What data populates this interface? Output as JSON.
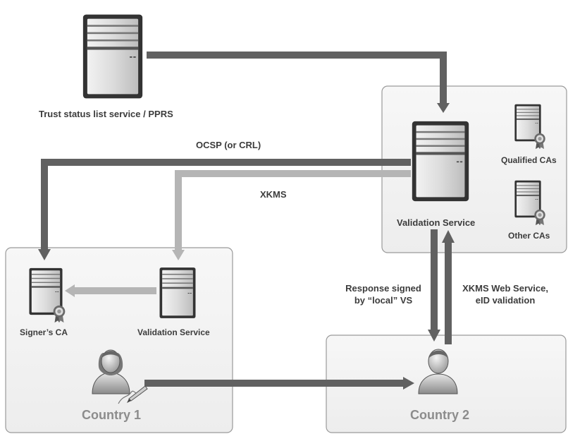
{
  "labels": {
    "trust_service": "Trust status list service / PPRS",
    "ocsp": "OCSP (or CRL)",
    "xkms": "XKMS",
    "validation_service_main": "Validation Service",
    "qualified_cas": "Qualified CAs",
    "other_cas": "Other CAs",
    "signers_ca": "Signer’s CA",
    "validation_service_c1": "Validation Service",
    "response_signed_line1": "Response signed",
    "response_signed_line2": "by “local” VS",
    "xkms_web_line1": "XKMS Web Service,",
    "xkms_web_line2": "eID validation",
    "country1": "Country 1",
    "country2": "Country 2"
  },
  "icons": [
    "server-icon",
    "certificate-seal-icon",
    "user-icon",
    "pen-signature-icon"
  ],
  "colors": {
    "dark_arrow": "#616161",
    "light_arrow": "#b5b5b5",
    "region_border": "#9a9a9a",
    "region_fill": "#f4f4f4",
    "text": "#3c3c3c",
    "country_text": "#8c8c8c"
  }
}
